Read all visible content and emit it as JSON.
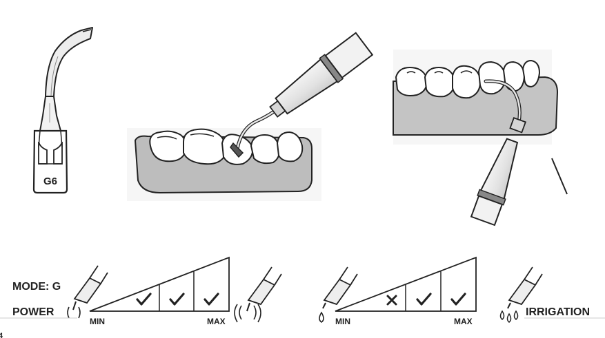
{
  "tip": {
    "code": "G6"
  },
  "settings": {
    "mode_label": "MODE: G",
    "power_label": "POWER",
    "irrigation_label": "IRRIGATION",
    "power_scale": {
      "min_label": "MIN",
      "max_label": "MAX",
      "levels": [
        "check",
        "check",
        "check"
      ]
    },
    "irrigation_scale": {
      "min_label": "MIN",
      "max_label": "MAX",
      "levels": [
        "cross",
        "check",
        "check"
      ]
    }
  },
  "footer": {
    "page_fragment": "4"
  }
}
